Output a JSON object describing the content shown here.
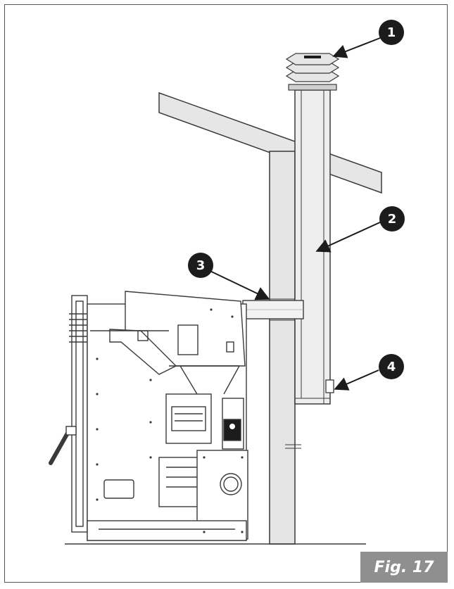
{
  "figure": {
    "label": "Fig. 17"
  },
  "callouts": [
    {
      "number": "1",
      "target": "chimney-cap"
    },
    {
      "number": "2",
      "target": "vertical-flue-pipe"
    },
    {
      "number": "3",
      "target": "wall-pass-through"
    },
    {
      "number": "4",
      "target": "inspection-tee"
    }
  ],
  "colors": {
    "line": "#3a3a3a",
    "wall_fill": "#e4e4e4",
    "pipe_fill": "#eeeeee",
    "callout_fill": "#1c1c1c",
    "label_bg": "#8f8f8f"
  }
}
